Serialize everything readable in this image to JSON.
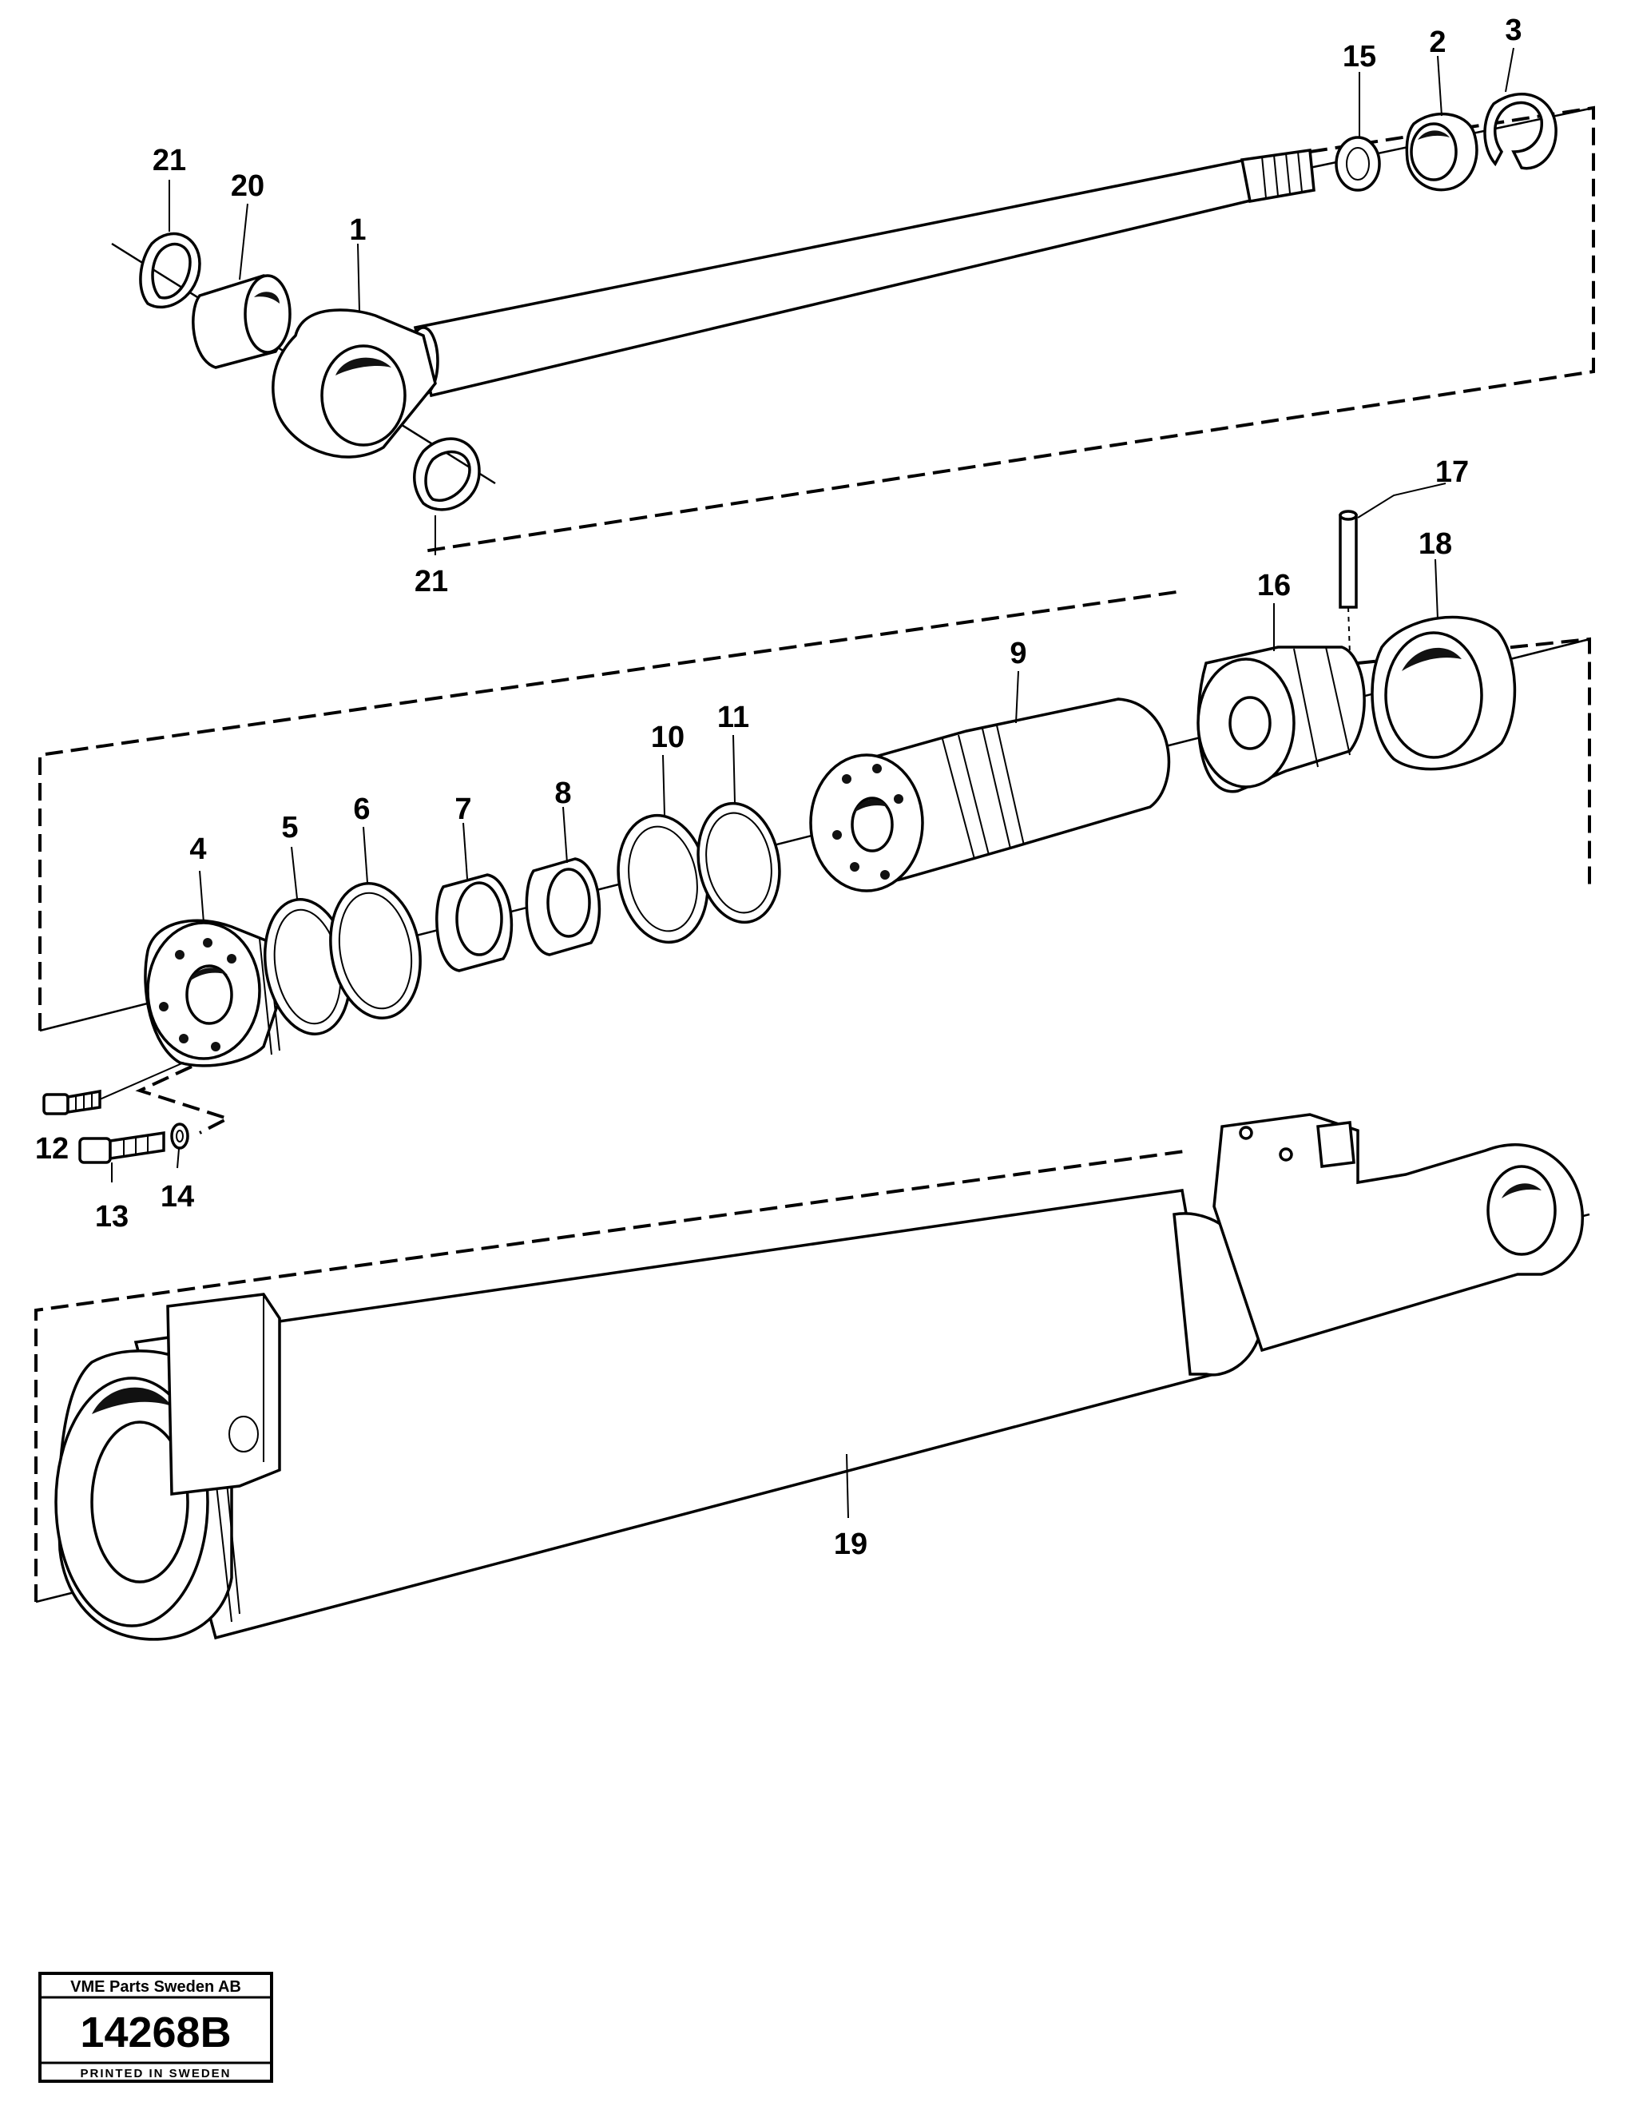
{
  "diagram": {
    "callouts": {
      "p1": "1",
      "p2": "2",
      "p3": "3",
      "p4": "4",
      "p5": "5",
      "p6": "6",
      "p7": "7",
      "p8": "8",
      "p9": "9",
      "p10": "10",
      "p11": "11",
      "p12": "12",
      "p13": "13",
      "p14": "14",
      "p15": "15",
      "p16": "16",
      "p17": "17",
      "p18": "18",
      "p19": "19",
      "p20": "20",
      "p21a": "21",
      "p21b": "21"
    }
  },
  "stamp": {
    "company": "VME Parts Sweden AB",
    "number": "14268B",
    "printed": "PRINTED IN SWEDEN"
  }
}
